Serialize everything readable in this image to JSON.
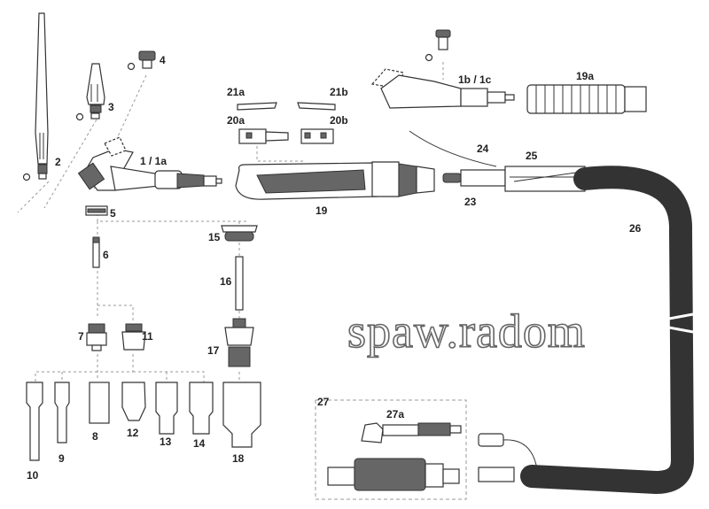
{
  "watermark": "spaw.radom",
  "labels": {
    "p1": "1 / 1a",
    "p1b": "1b / 1c",
    "p2": "2",
    "p3": "3",
    "p4": "4",
    "p5": "5",
    "p6": "6",
    "p7": "7",
    "p8": "8",
    "p9": "9",
    "p10": "10",
    "p11": "11",
    "p12": "12",
    "p13": "13",
    "p14": "14",
    "p15": "15",
    "p16": "16",
    "p17": "17",
    "p18": "18",
    "p19": "19",
    "p19a": "19a",
    "p20a": "20a",
    "p20b": "20b",
    "p21a": "21a",
    "p21b": "21b",
    "p23": "23",
    "p24": "24",
    "p25": "25",
    "p26": "26",
    "p27": "27",
    "p27a": "27a"
  }
}
